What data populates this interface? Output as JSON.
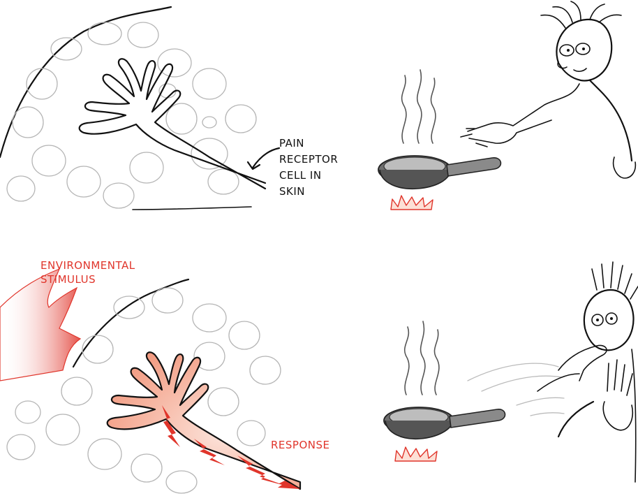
{
  "labels": {
    "receptor": [
      "PAIN",
      "RECEPTOR",
      "CELL IN",
      "SKIN"
    ],
    "stimulus": [
      "ENVIRONMENTAL",
      "STIMULUS"
    ],
    "response": "RESPONSE"
  },
  "colors": {
    "ink": "#111111",
    "highlight_red": "#e0352b",
    "receptor_fill_active": "#f4a58f",
    "cell_outline": "#b5b5b5",
    "pan_body": "#6e6e6e",
    "pan_inner": "#bdbdbd"
  },
  "icons": [
    "receptor-cell-icon",
    "skin-cells-icon",
    "frying-pan-icon",
    "steam-icon",
    "flame-icon",
    "person-calm-icon",
    "person-startled-icon",
    "lightning-bolt-icon",
    "arrow-icon"
  ]
}
